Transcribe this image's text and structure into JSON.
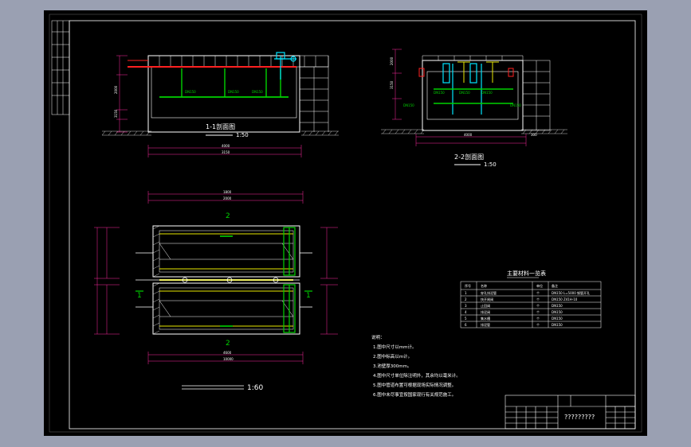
{
  "colors": {
    "background": "#9aa0b2",
    "paper": "#000000",
    "outline": "#ffffff",
    "dimension": "#ff2aa0",
    "pipe_green": "#00d200",
    "pipe_cyan": "#00e5ff",
    "pipe_yellow": "#e8e800",
    "pipe_red": "#ff2020",
    "hatch": "#c8c8c8"
  },
  "section_1": {
    "title": "1-1剖面图",
    "scale": "1:50",
    "labels": [
      "DN150",
      "DN150",
      "DN150"
    ],
    "dims": [
      "4000",
      "2000",
      "3150"
    ]
  },
  "section_2": {
    "title": "2-2剖面图",
    "scale": "1:50",
    "labels": [
      "DN150",
      "DN150",
      "DN150",
      "DN150",
      "DN150"
    ],
    "dims": [
      "4000",
      "2000",
      "3150",
      "300"
    ]
  },
  "plan": {
    "scale": "1:60",
    "cut_marks": [
      "1",
      "2",
      "1",
      "2"
    ],
    "dims_top": [
      "1800",
      "2000"
    ],
    "dims_bottom": [
      "4600",
      "10000"
    ]
  },
  "material_table": {
    "title": "主要材料一览表",
    "headers": [
      "序号",
      "名称",
      "单位",
      "备注"
    ],
    "rows": [
      [
        "1",
        "穿孔排泥管",
        "个",
        "DN150 L=5000 钢管开孔"
      ],
      [
        "2",
        "快开闸阀",
        "个",
        "DN150 Z41H-10"
      ],
      [
        "3",
        "止回阀",
        "个",
        "DN150"
      ],
      [
        "4",
        "排泥阀",
        "个",
        "DN150"
      ],
      [
        "5",
        "集水槽",
        "个",
        "DN150"
      ],
      [
        "6",
        "排泥管",
        "个",
        "DN150"
      ]
    ]
  },
  "notes": {
    "title": "说明：",
    "items": [
      "1.图中尺寸以mm计。",
      "2.图中标高以m计。",
      "3.池壁厚300mm。",
      "4.图中尺寸单位除注明外，其余均以毫米计。",
      "5.图中管道布置可根据现场实际情况调整。",
      "6.图中未尽事宜按国家现行有关规范施工。"
    ]
  },
  "title_block": {
    "drawing_name": "?????????"
  }
}
